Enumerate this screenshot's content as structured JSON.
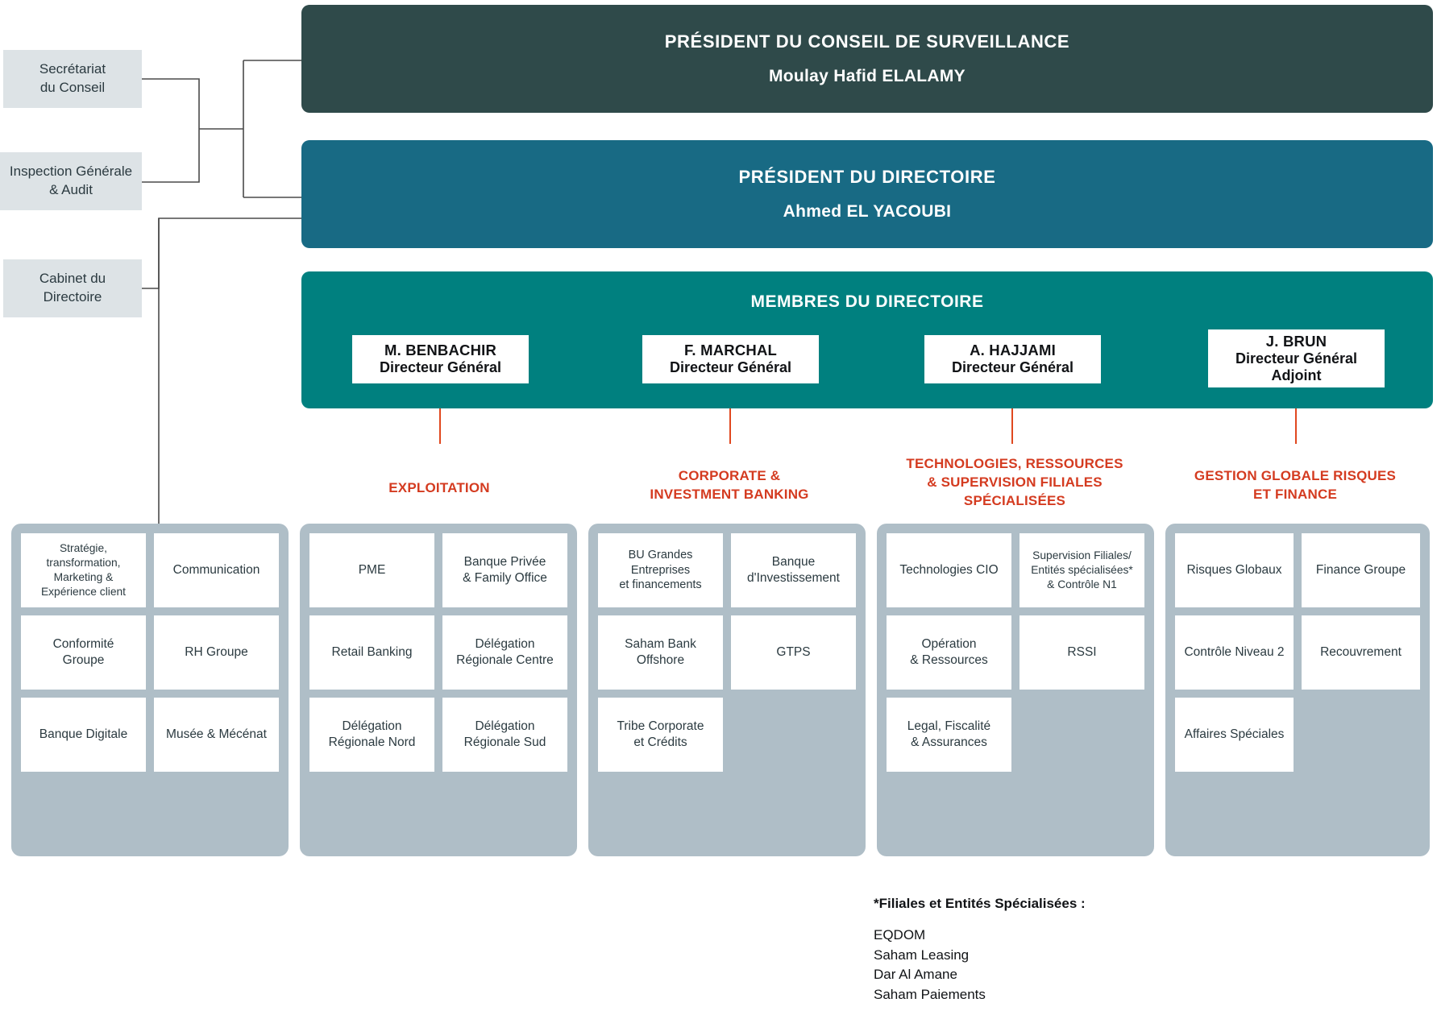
{
  "colors": {
    "surveillance": "#2f4a4a",
    "directoire": "#186a84",
    "membres": "#00807f",
    "accent_red": "#d43b20",
    "tick_red": "#e0481f",
    "panel": "#afbec7",
    "staff_box": "#dde3e6"
  },
  "staff": [
    {
      "label": "Secrétariat\ndu Conseil"
    },
    {
      "label": "Inspection Générale\n& Audit"
    },
    {
      "label": "Cabinet du\nDirectoire"
    }
  ],
  "banners": {
    "surveillance": {
      "title": "PRÉSIDENT DU CONSEIL DE SURVEILLANCE",
      "name": "Moulay Hafid ELALAMY"
    },
    "directoire": {
      "title": "PRÉSIDENT DU DIRECTOIRE",
      "name": "Ahmed EL YACOUBI"
    }
  },
  "membres": {
    "title": "MEMBRES DU DIRECTOIRE",
    "cards": [
      {
        "name": "M. BENBACHIR",
        "role": "Directeur Général"
      },
      {
        "name": "F. MARCHAL",
        "role": "Directeur Général"
      },
      {
        "name": "A. HAJJAMI",
        "role": "Directeur Général"
      },
      {
        "name": "J. BRUN",
        "role": "Directeur Général\nAdjoint"
      }
    ]
  },
  "categories": [
    {
      "label": "EXPLOITATION"
    },
    {
      "label": "CORPORATE &\nINVESTMENT BANKING"
    },
    {
      "label": "TECHNOLOGIES, RESSOURCES\n& SUPERVISION FILIALES\nSPÉCIALISÉES"
    },
    {
      "label": "GESTION GLOBALE RISQUES\nET FINANCE"
    }
  ],
  "groups": [
    {
      "name": "group-support",
      "cells": [
        "Stratégie,\ntransformation,\nMarketing &\nExpérience client",
        "Communication",
        "Conformité\nGroupe",
        "RH Groupe",
        "Banque Digitale",
        "Musée & Mécénat"
      ]
    },
    {
      "name": "group-exploitation",
      "cells": [
        "PME",
        "Banque Privée\n& Family Office",
        "Retail Banking",
        "Délégation\nRégionale Centre",
        "Délégation\nRégionale Nord",
        "Délégation\nRégionale Sud"
      ]
    },
    {
      "name": "group-cib",
      "cells": [
        "BU Grandes\nEntreprises\net financements",
        "Banque\nd'Investissement",
        "Saham Bank\nOffshore",
        "GTPS",
        "Tribe Corporate\net Crédits",
        ""
      ]
    },
    {
      "name": "group-technologies",
      "cells": [
        "Technologies CIO",
        "Supervision Filiales/\nEntités spécialisées*\n& Contrôle N1",
        "Opération\n& Ressources",
        "RSSI",
        "Legal, Fiscalité\n& Assurances",
        ""
      ]
    },
    {
      "name": "group-risques-finance",
      "cells": [
        "Risques Globaux",
        "Finance Groupe",
        "Contrôle Niveau 2",
        "Recouvrement",
        "Affaires Spéciales",
        ""
      ]
    }
  ],
  "footnote": {
    "title": "*Filiales et Entités Spécialisées :",
    "items": [
      "EQDOM",
      "Saham Leasing",
      "Dar Al Amane",
      "Saham Paiements"
    ]
  }
}
